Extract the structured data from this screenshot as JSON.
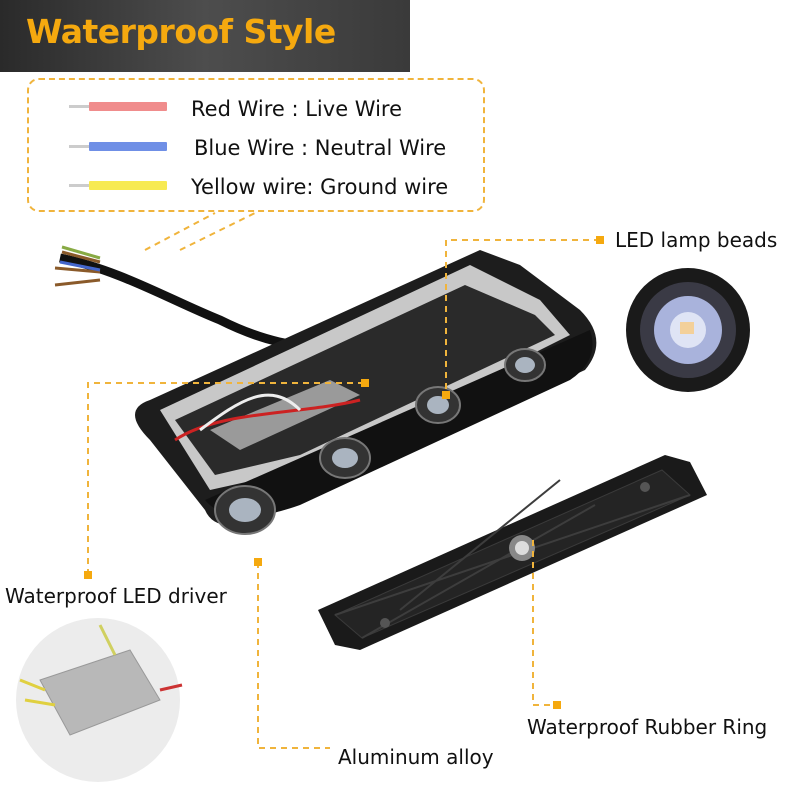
{
  "header": {
    "title": "Waterproof Style"
  },
  "legend": {
    "items": [
      {
        "label": "Red Wire : Live Wire",
        "color": "#f08c8c"
      },
      {
        "label": "Blue Wire : Neutral Wire",
        "color": "#6f8fe6"
      },
      {
        "label": "Yellow wire: Ground wire",
        "color": "#f7ea52"
      }
    ]
  },
  "callouts": {
    "led_beads": "LED lamp beads",
    "driver": "Waterproof LED driver",
    "rubber_ring": "Waterproof Rubber Ring",
    "aluminum": "Aluminum alloy"
  },
  "colors": {
    "accent": "#f5a90f",
    "dash": "#f0b43c"
  }
}
